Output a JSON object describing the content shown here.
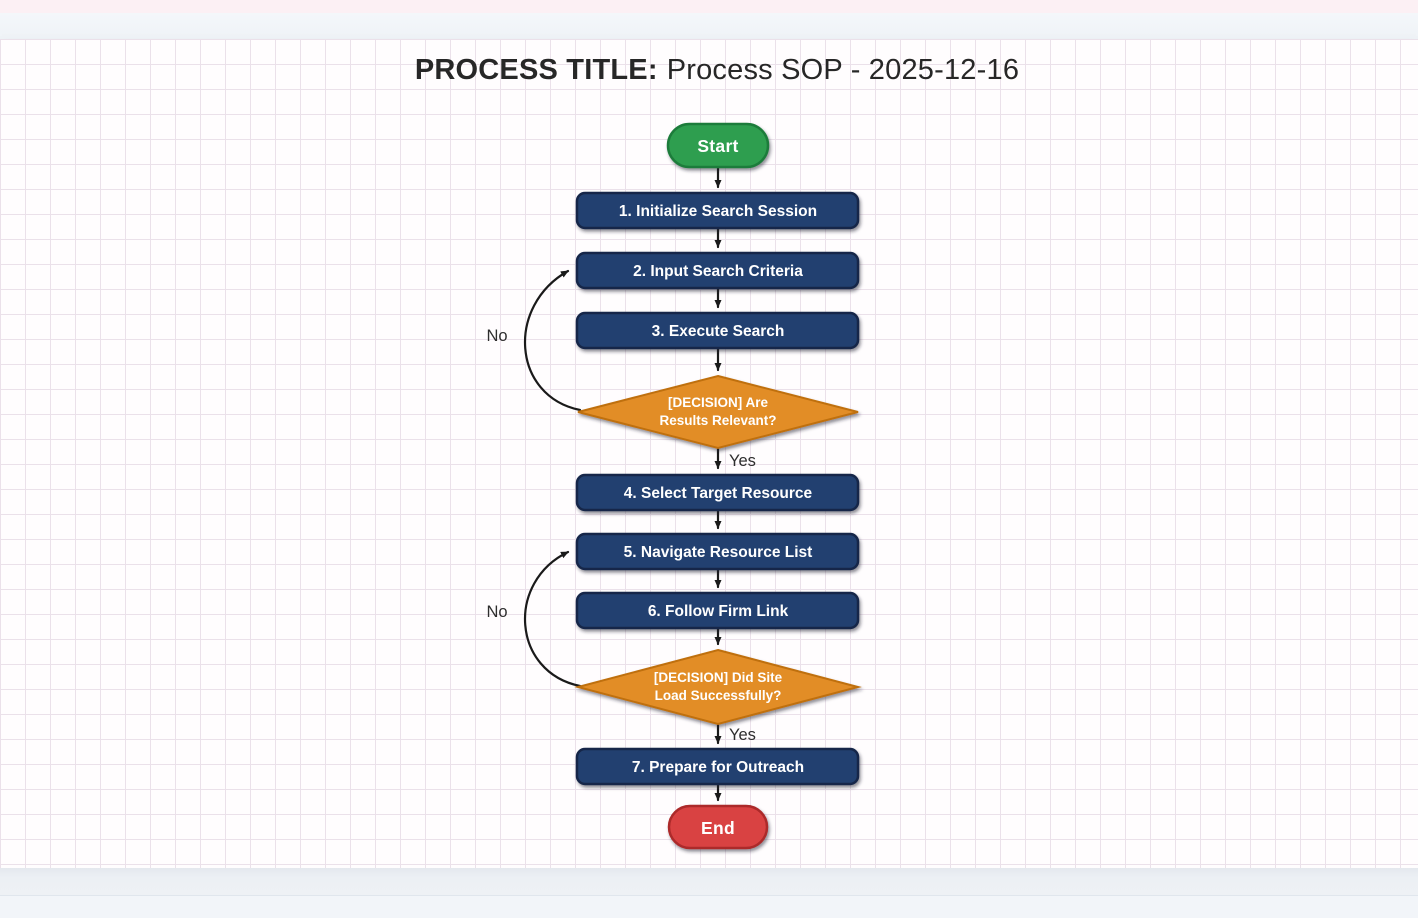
{
  "title": {
    "label_bold": "PROCESS TITLE:",
    "label_rest": "Process SOP - 2025-12-16"
  },
  "flowchart": {
    "start": {
      "label": "Start"
    },
    "end": {
      "label": "End"
    },
    "steps": [
      {
        "label": "1. Initialize Search Session"
      },
      {
        "label": "2. Input Search Criteria"
      },
      {
        "label": "3. Execute Search"
      },
      {
        "label": "4. Select Target Resource"
      },
      {
        "label": "5. Navigate Resource List"
      },
      {
        "label": "6. Follow Firm Link"
      },
      {
        "label": "7. Prepare for Outreach"
      }
    ],
    "decisions": [
      {
        "line1": "[DECISION] Are",
        "line2": "Results Relevant?",
        "yes_label": "Yes",
        "no_label": "No"
      },
      {
        "line1": "[DECISION] Did Site",
        "line2": "Load Successfully?",
        "yes_label": "Yes",
        "no_label": "No"
      }
    ],
    "colors": {
      "start_fill": "#2f9e4f",
      "start_border": "#1f7c3a",
      "end_fill": "#d94343",
      "end_border": "#ac2929",
      "step_fill": "#24406f",
      "step_border": "#142849",
      "decision_fill": "#e28d28",
      "decision_border": "#bf6f10",
      "node_text": "#ffffff",
      "arrow": "#1a1a1a",
      "grid_line": "#ebe1ea",
      "canvas_bg": "#fffdfe",
      "page_bg": "#f2f5f9",
      "top_accent": "#fcf0f4",
      "header_bg": "#f0f4f8"
    }
  }
}
